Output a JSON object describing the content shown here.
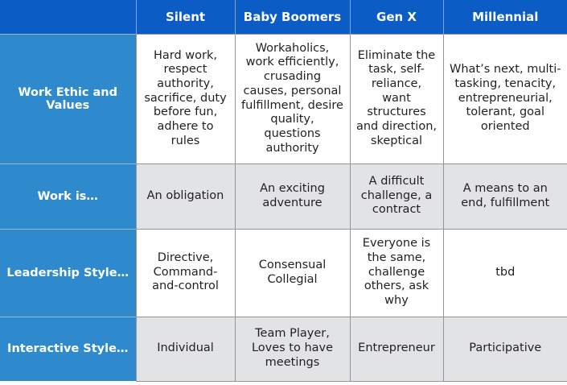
{
  "table": {
    "columns": [
      {
        "key": "label",
        "label": ""
      },
      {
        "key": "silent",
        "label": "Silent"
      },
      {
        "key": "boomer",
        "label": "Baby Boomers"
      },
      {
        "key": "genx",
        "label": "Gen X"
      },
      {
        "key": "mill",
        "label": "Millennial"
      }
    ],
    "rows": [
      {
        "label": "Work Ethic and Values",
        "silent": "Hard work, respect authority, sacrifice, duty before fun, adhere to rules",
        "boomer": "Workaholics, work efficiently, crusading causes, personal fulfillment, desire quality, questions authority",
        "genx": "Eliminate the task, self-reliance, want structures and direction, skeptical",
        "mill": "What’s next, multi-tasking, tenacity, entrepreneurial, tolerant, goal oriented"
      },
      {
        "label": "Work is…",
        "silent": "An obligation",
        "boomer": "An exciting adventure",
        "genx": "A difficult challenge, a contract",
        "mill": "A means to an end, fulfillment"
      },
      {
        "label": "Leadership Style…",
        "silent": "Directive, Command-and-control",
        "boomer": "Consensual Collegial",
        "genx": "Everyone is the same, challenge others, ask why",
        "mill": "tbd"
      },
      {
        "label": "Interactive Style…",
        "silent": "Individual",
        "boomer": "Team Player, Loves to have meetings",
        "genx": "Entrepreneur",
        "mill": "Participative"
      }
    ]
  },
  "colors": {
    "header_blue": "#0B5CC4",
    "label_blue": "#2E8ACD",
    "band_gray": "#E2E3E5",
    "band_white": "#FFFFFF",
    "border_gray": "#939598",
    "text_dark": "#231F20",
    "text_light": "#FFFFFF"
  }
}
